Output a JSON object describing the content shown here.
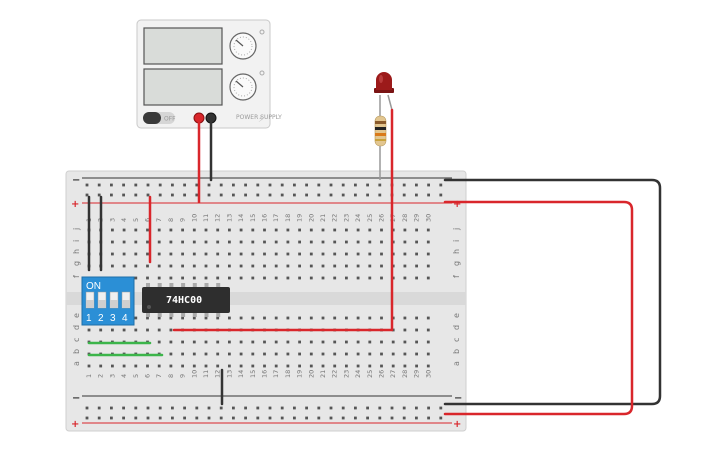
{
  "power_supply": {
    "button_label": "OFF",
    "brand_label": "POWER SUPPLY"
  },
  "breadboard": {
    "columns": [
      "1",
      "2",
      "3",
      "4",
      "5",
      "6",
      "7",
      "8",
      "9",
      "10",
      "11",
      "12",
      "13",
      "14",
      "15",
      "16",
      "17",
      "18",
      "19",
      "20",
      "21",
      "22",
      "23",
      "24",
      "25",
      "26",
      "27",
      "28",
      "29",
      "30"
    ],
    "rows_top": [
      "j",
      "i",
      "h",
      "g",
      "f"
    ],
    "rows_bottom": [
      "e",
      "d",
      "c",
      "b",
      "a"
    ],
    "rail_minus": "−",
    "rail_plus": "+"
  },
  "dip_switch": {
    "on_label": "ON",
    "switch_numbers": [
      "1",
      "2",
      "3",
      "4"
    ]
  },
  "chip": {
    "label": "74HC00"
  },
  "colors": {
    "wire_red": "#d9262b",
    "wire_black": "#333333",
    "wire_green": "#3cb54a",
    "dip_blue": "#2b8fd6",
    "chip_body": "#2e2e2e",
    "led_red": "#9c1a1a"
  }
}
